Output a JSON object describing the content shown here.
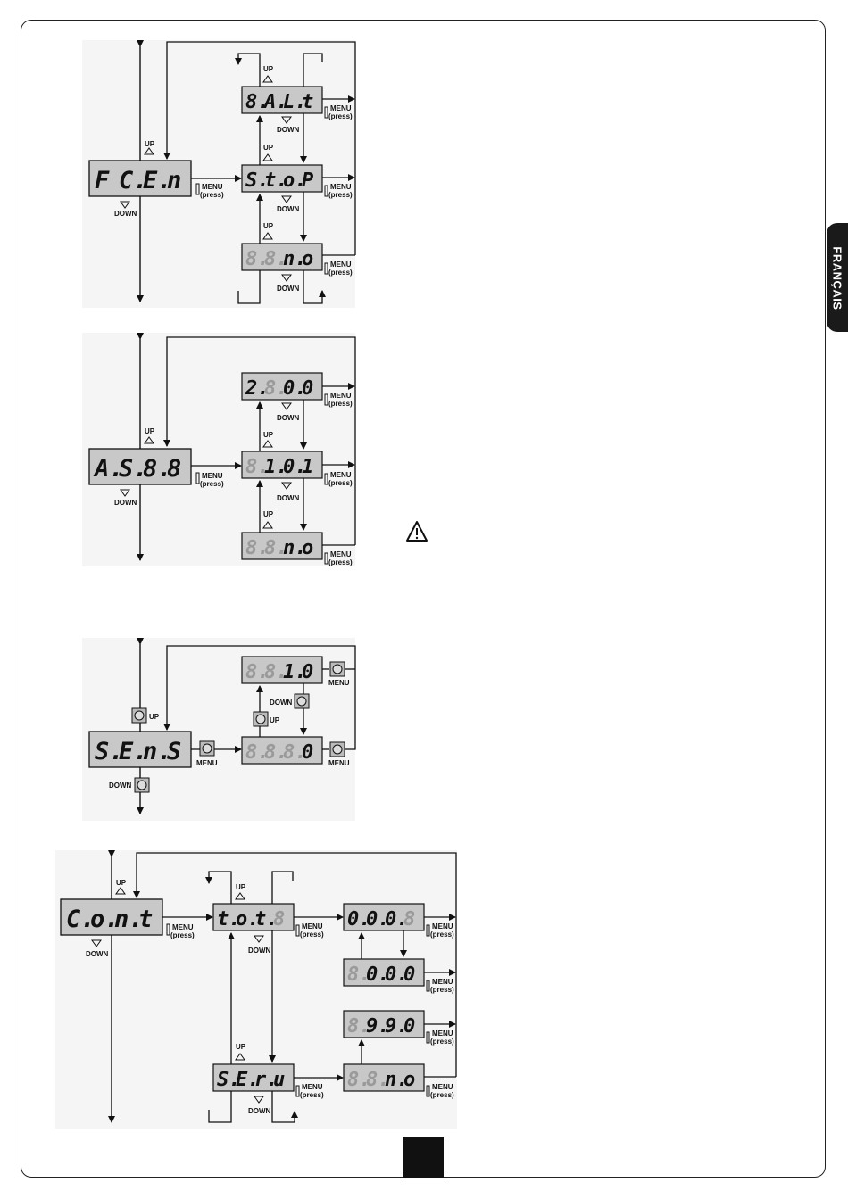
{
  "side_tab": {
    "label": "FRANÇAIS"
  },
  "labels": {
    "up": "UP",
    "down": "DOWN",
    "menu": "MENU",
    "press": "(press)"
  },
  "diagrams": [
    {
      "main": {
        "digits": [
          "F",
          "C.",
          "E.",
          "n"
        ]
      },
      "options": [
        {
          "digits": [
            "8.",
            "A.",
            "L.",
            "t"
          ]
        },
        {
          "digits": [
            "S.",
            "t.",
            "o.",
            "P"
          ]
        },
        {
          "digits": [
            "8.",
            "8.",
            "n.",
            "o"
          ]
        }
      ]
    },
    {
      "main": {
        "digits": [
          "A.",
          "S.",
          "8.",
          "8"
        ]
      },
      "options": [
        {
          "digits": [
            "2.",
            "8.",
            "0.",
            "0"
          ]
        },
        {
          "digits": [
            "8.",
            "1.",
            "0.",
            "1"
          ]
        },
        {
          "digits": [
            "8.",
            "8.",
            "n.",
            "o"
          ]
        }
      ]
    },
    {
      "main": {
        "digits": [
          "S.",
          "E.",
          "n.",
          "S"
        ]
      },
      "options": [
        {
          "digits": [
            "8.",
            "8.",
            "1.",
            "0"
          ]
        },
        {
          "digits": [
            "8.",
            "8.",
            "8.",
            "0"
          ]
        }
      ]
    },
    {
      "main": {
        "digits": [
          "C.",
          "o.",
          "n.",
          "t"
        ]
      },
      "options": [
        {
          "digits": [
            "t.",
            "o.",
            "t.",
            "8"
          ]
        },
        {
          "digits": [
            "S.",
            "E.",
            "r.",
            "u"
          ]
        }
      ],
      "values": [
        {
          "digits": [
            "0.",
            "0.",
            "0.",
            "8"
          ]
        },
        {
          "digits": [
            "8.",
            "0.",
            "0.",
            "0"
          ]
        },
        {
          "digits": [
            "8.",
            "9.",
            "9.",
            "0"
          ]
        },
        {
          "digits": [
            "8.",
            "8.",
            "n.",
            "o"
          ]
        }
      ]
    }
  ],
  "icons": {
    "warning": "warning-triangle-icon",
    "button": "push-button-icon"
  }
}
